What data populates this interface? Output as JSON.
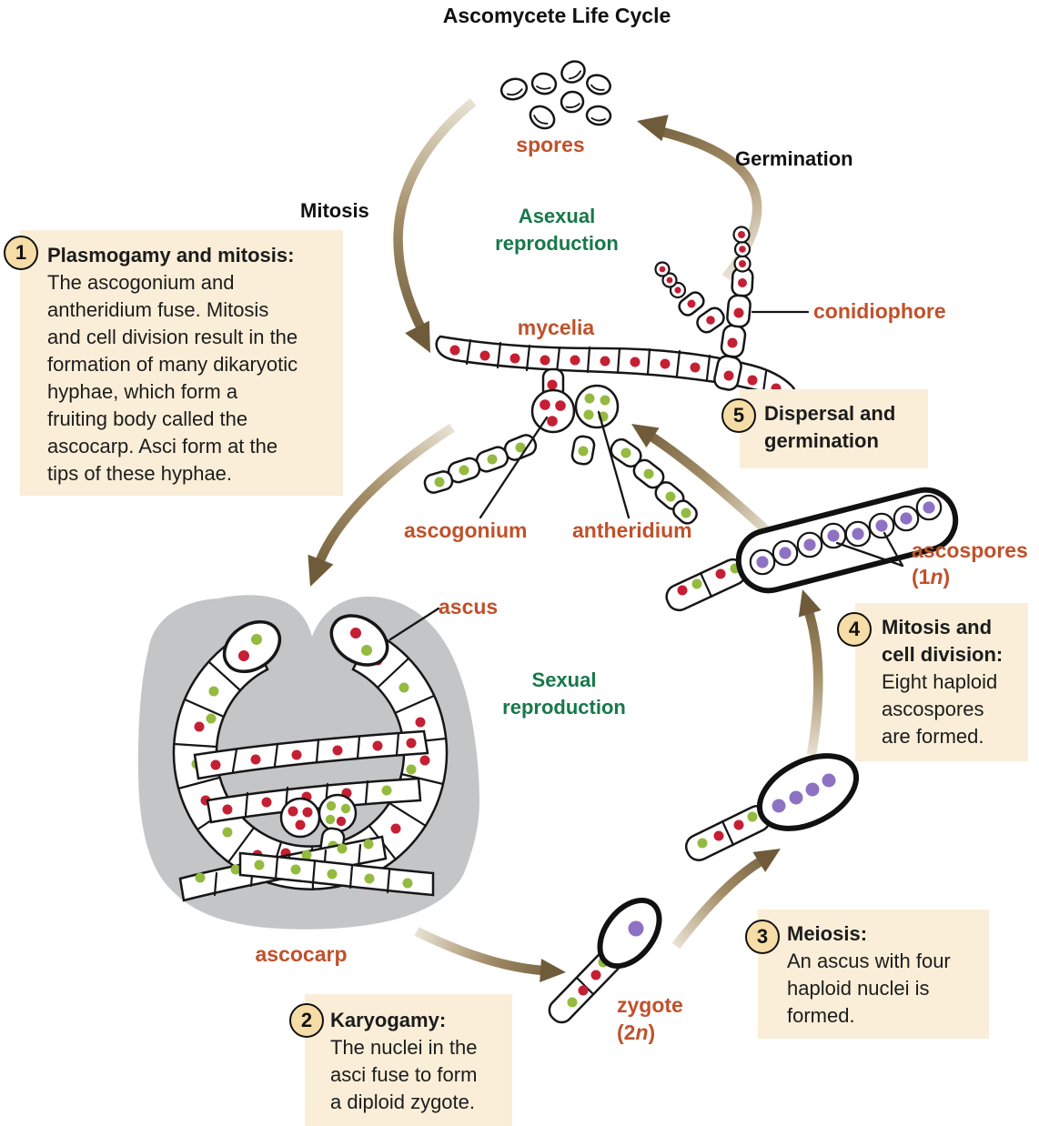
{
  "title": "Ascomycete Life Cycle",
  "colors": {
    "label_orange": "#c0512b",
    "process_green": "#17784a",
    "box_bg": "#faeed8",
    "badge_bg": "#f6dca6",
    "arrow_brown": "#6f5b3a",
    "nucleus_red": "#c41f33",
    "nucleus_green": "#94ba3f",
    "nucleus_purple": "#8d72c3",
    "ascocarp_gray": "#c4c5c7"
  },
  "cycle_labels": {
    "spores": "spores",
    "mycelia": "mycelia",
    "conidiophore": "conidiophore",
    "ascogonium": "ascogonium",
    "antheridium": "antheridium",
    "ascus": "ascus",
    "ascocarp": "ascocarp",
    "ascospores": "ascospores",
    "ascospores_ploidy": {
      "open": "(1",
      "n": "n",
      "close": ")"
    },
    "zygote": "zygote",
    "zygote_ploidy": {
      "open": "(2",
      "n": "n",
      "close": ")"
    }
  },
  "process_labels": {
    "mitosis": "Mitosis",
    "germination": "Germination",
    "asexual_line1": "Asexual",
    "asexual_line2": "reproduction",
    "sexual_line1": "Sexual",
    "sexual_line2": "reproduction"
  },
  "steps": [
    {
      "number": "1",
      "title": "Plasmogamy and mitosis:",
      "body": "The ascogonium and antheridium fuse. Mitosis and cell division result in the formation of many dikaryotic hyphae, which form a fruiting body called the ascocarp. Asci form at the tips of these hyphae."
    },
    {
      "number": "2",
      "title": "Karyogamy:",
      "body": "The nuclei in the asci fuse to form a diploid zygote."
    },
    {
      "number": "3",
      "title": "Meiosis:",
      "body": "An ascus with four haploid nuclei is formed."
    },
    {
      "number": "4",
      "title": "Mitosis and cell division:",
      "body": "Eight haploid ascospores are formed."
    },
    {
      "number": "5",
      "title": "Dispersal and germination",
      "body": ""
    }
  ]
}
